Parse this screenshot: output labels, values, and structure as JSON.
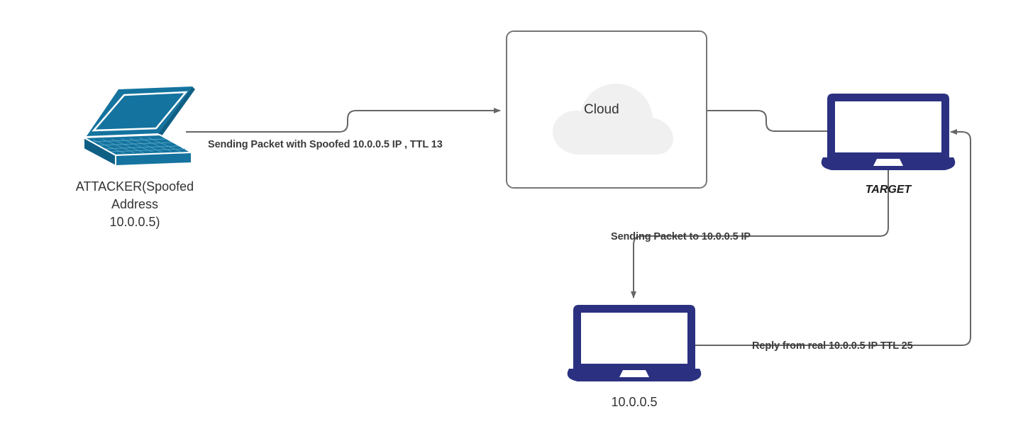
{
  "diagram": {
    "title": "IP Spoofing with TTL analysis network diagram",
    "colors": {
      "attacker_device": "#14739f",
      "target_device": "#2b3180",
      "connector": "#666666",
      "cloud_fill": "#f0f0f0",
      "box_border": "#777777",
      "label_text": "#3b3b3b"
    }
  },
  "nodes": {
    "attacker": {
      "caption_line1": "ATTACKER(Spoofed",
      "caption_line2": "Address",
      "caption_line3": "10.0.0.5)",
      "icon": "laptop-isometric-icon"
    },
    "cloud": {
      "label": "Cloud",
      "icon": "cloud-icon"
    },
    "target": {
      "caption": "TARGET",
      "icon": "laptop-front-icon"
    },
    "victim": {
      "caption": "10.0.0.5",
      "icon": "laptop-front-icon"
    }
  },
  "edges": [
    {
      "id": "attacker-to-cloud",
      "label": "Sending Packet with Spoofed 10.0.0.5 IP , TTL 13",
      "from": "attacker",
      "to": "cloud",
      "arrow": "end"
    },
    {
      "id": "cloud-to-target",
      "label": "",
      "from": "cloud",
      "to": "target",
      "arrow": "none"
    },
    {
      "id": "target-to-victim",
      "label": "Sending Packet to 10.0.0.5 IP",
      "from": "target",
      "to": "victim",
      "arrow": "end"
    },
    {
      "id": "victim-to-target",
      "label": "Reply from real 10.0.0.5 IP TTL 25",
      "from": "victim",
      "to": "target",
      "arrow": "end"
    }
  ]
}
